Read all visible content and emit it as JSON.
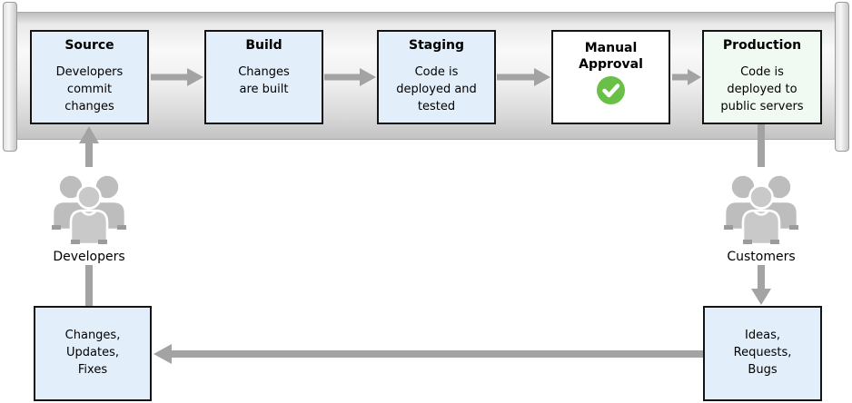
{
  "pipeline": {
    "stages": [
      {
        "title": "Source",
        "body_lines": [
          "Developers",
          "commit",
          "changes"
        ],
        "fill": "#e2eefa"
      },
      {
        "title": "Build",
        "body_lines": [
          "Changes",
          "are built"
        ],
        "fill": "#e2eefa"
      },
      {
        "title": "Staging",
        "body_lines": [
          "Code is",
          "deployed and",
          "tested"
        ],
        "fill": "#e2eefa"
      },
      {
        "title": "Manual Approval",
        "body_lines": [],
        "fill": "#ffffff",
        "icon": "approved-check-icon"
      },
      {
        "title": "Production",
        "body_lines": [
          "Code is",
          "deployed to",
          "public servers"
        ],
        "fill": "#f1faf2"
      }
    ]
  },
  "actors": {
    "developers": {
      "label": "Developers",
      "icon": "users-group-icon"
    },
    "customers": {
      "label": "Customers",
      "icon": "users-group-icon"
    }
  },
  "feedback": {
    "changes_box": {
      "lines": [
        "Changes,",
        "Updates,",
        "Fixes"
      ]
    },
    "ideas_box": {
      "lines": [
        "Ideas,",
        "Requests,",
        "Bugs"
      ]
    }
  },
  "colors": {
    "stage_fill_blue": "#e2eefa",
    "production_fill_green": "#f1faf2",
    "approval_fill_white": "#ffffff",
    "check_green": "#6abf48",
    "arrow_gray": "#a3a3a3",
    "box_border": "#141414",
    "people_gray": "#bdbdbd"
  }
}
